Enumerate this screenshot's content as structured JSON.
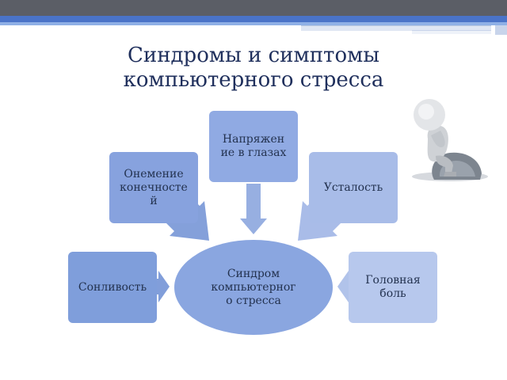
{
  "title_lines": [
    "Синдромы и симптомы",
    "компьютерного стресса"
  ],
  "center": {
    "lines": [
      "Синдром",
      "компьютерног",
      "о стресса"
    ]
  },
  "boxes": {
    "eyes": {
      "lines": [
        "Напряжен",
        "ие в глазах"
      ]
    },
    "numb": {
      "lines": [
        "Онемение",
        "конечносте",
        "й"
      ]
    },
    "fatigue": {
      "lines": [
        "Усталость"
      ]
    },
    "sleep": {
      "lines": [
        "Сонливость"
      ]
    },
    "headache": {
      "lines": [
        "Головная",
        "боль"
      ]
    }
  },
  "colors": {
    "title": "#1f2f5c",
    "accent_bar": "#4a73c8",
    "box_dark": "#7f9edb",
    "box_light": "#b7c8ed",
    "center": "#8aa6e0"
  }
}
